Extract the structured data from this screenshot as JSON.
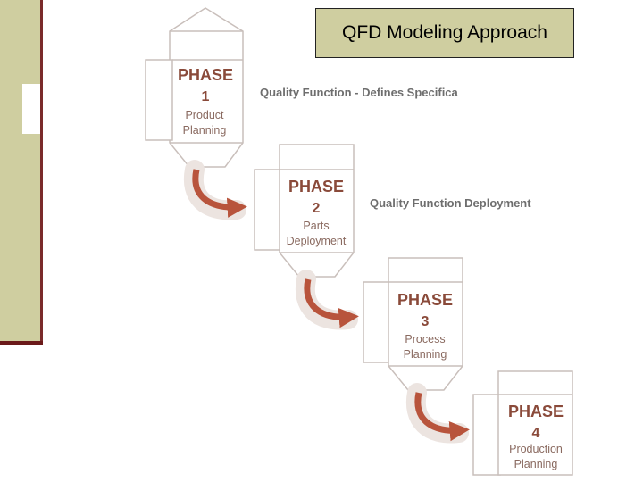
{
  "title": "QFD Modeling Approach",
  "colors": {
    "sidebar": "#cfcea0",
    "title_bg": "#cfcea0",
    "phase_text": "#8a4a3a",
    "sub_text": "#8a6a60",
    "arrow": "#b8543c",
    "outline": "#c9bfbb",
    "label_text": "#6e6e6e"
  },
  "phases": [
    {
      "heading": "PHASE",
      "number": "1",
      "line1": "Product",
      "line2": "Planning"
    },
    {
      "heading": "PHASE",
      "number": "2",
      "line1": "Parts",
      "line2": "Deployment"
    },
    {
      "heading": "PHASE",
      "number": "3",
      "line1": "Process",
      "line2": "Planning"
    },
    {
      "heading": "PHASE",
      "number": "4",
      "line1": "Production",
      "line2": "Planning"
    }
  ],
  "labels": {
    "label1": "Quality Function - Defines Specifica",
    "label2": "Quality Function Deployment"
  }
}
